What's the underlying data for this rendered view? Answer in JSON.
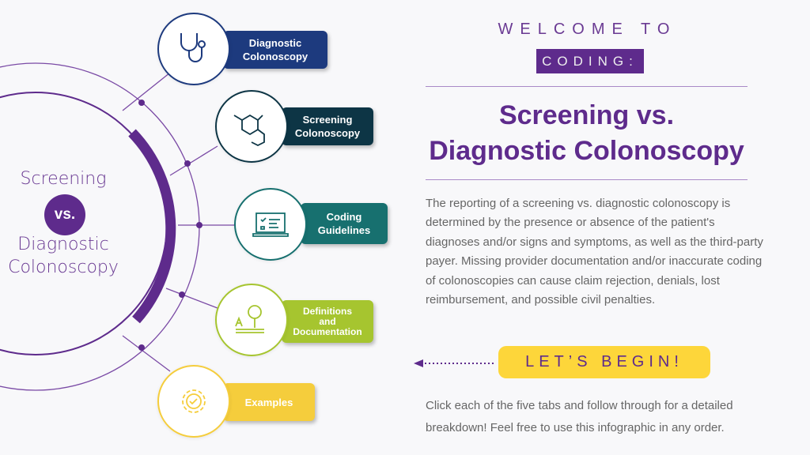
{
  "center": {
    "line1": "Screening",
    "vs": "vs.",
    "line2": "Diagnostic",
    "line3": "Colonoscopy"
  },
  "tabs": [
    {
      "label": "Diagnostic\nColonoscopy",
      "icon": "stethoscope-icon",
      "color": "#1d3a7e"
    },
    {
      "label": "Screening\nColonoscopy",
      "icon": "molecule-icon",
      "color": "#0d3545"
    },
    {
      "label": "Coding\nGuidelines",
      "icon": "laptop-checklist-icon",
      "color": "#17706f"
    },
    {
      "label": "Definitions\nand\nDocumentation",
      "icon": "magnifier-document-icon",
      "color": "#a6c52f"
    },
    {
      "label": "Examples",
      "icon": "gear-check-icon",
      "color": "#f5cd3c"
    }
  ],
  "header": {
    "welcome": "WELCOME TO",
    "coding": "CODING:",
    "title_line1": "Screening vs.",
    "title_line2": "Diagnostic Colonoscopy"
  },
  "intro": "The reporting of a screening vs. diagnostic colonoscopy is determined by the presence or absence of the patient's diagnoses and/or signs and symptoms, as well as the third-party payer.  Missing provider documentation and/or inaccurate coding of colonoscopies can cause claim rejection, denials, lost reimbursement, and possible civil penalties.",
  "begin_label": "LET’S BEGIN!",
  "footer": "Click each of the five tabs and follow through for a detailed breakdown! Feel free to use this infographic in any order.",
  "colors": {
    "purple": "#5e2b8c",
    "yellow": "#fdd63a"
  }
}
